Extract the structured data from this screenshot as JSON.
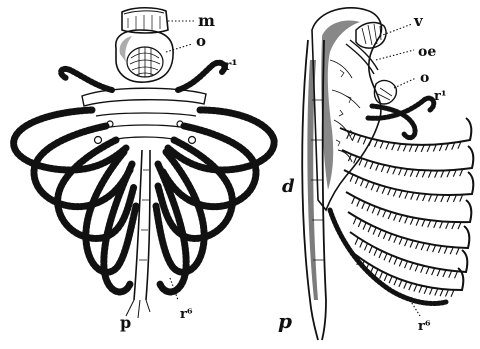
{
  "figure": {
    "colors": {
      "ink": "#111111",
      "paper": "#ffffff",
      "shade": "#555555"
    },
    "left_specimen": {
      "labels": {
        "m": "m",
        "o": "o",
        "r1": "r¹",
        "p": "p",
        "r6": "r⁶"
      }
    },
    "right_specimen": {
      "labels": {
        "v": "v",
        "oe": "oe",
        "o": "o",
        "r1": "r¹",
        "d": "d",
        "p": "p",
        "r6": "r⁶"
      }
    }
  }
}
